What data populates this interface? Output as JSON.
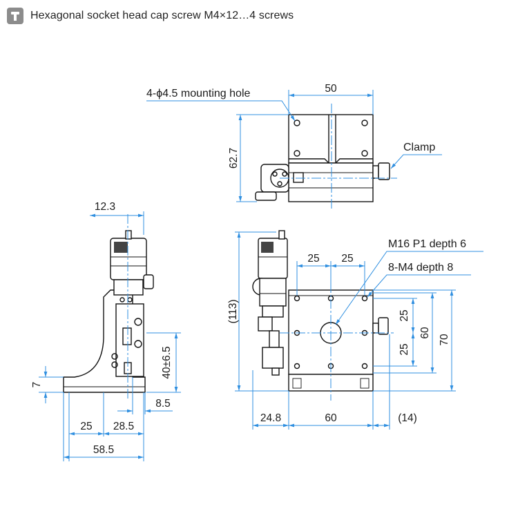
{
  "header": {
    "icon": "screw-icon",
    "icon_color": "#8c8c8c",
    "text": "Hexagonal socket head cap screw M4×12…4 screws"
  },
  "accent_color": "#2f8fe0",
  "labels": {
    "mounting_hole": "4-ϕ4.5 mounting hole",
    "clamp": "Clamp",
    "m16": "M16 P1 depth 6",
    "m4": "8-M4 depth 8"
  },
  "dimensions": {
    "top_width": "50",
    "top_depth": "62.7",
    "side_12_3": "12.3",
    "side_40": "40±6.5",
    "side_7": "7",
    "side_8_5": "8.5",
    "side_25": "25",
    "side_28_5": "28.5",
    "side_58_5": "58.5",
    "front_113": "(113)",
    "front_25_a": "25",
    "front_25_b": "25",
    "front_25_c": "25",
    "front_25_d": "25",
    "front_60_v": "60",
    "front_70": "70",
    "front_24_8": "24.8",
    "front_60_h": "60",
    "front_14": "(14)"
  }
}
